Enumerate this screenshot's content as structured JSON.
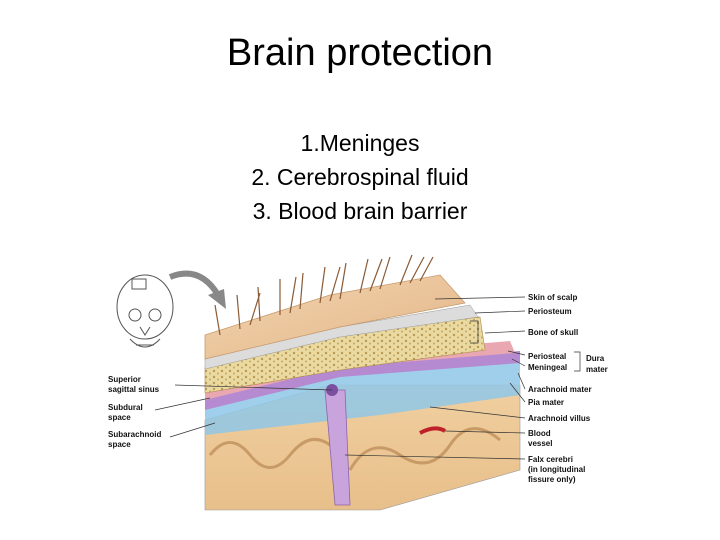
{
  "slide": {
    "title": "Brain protection",
    "items": [
      "1.Meninges",
      "2. Cerebrospinal fluid",
      "3. Blood brain barrier"
    ]
  },
  "figure": {
    "labels_right": {
      "skin": "Skin of scalp",
      "periosteum": "Periosteum",
      "bone": "Bone of skull",
      "periosteal": "Periosteal",
      "meningeal": "Meningeal",
      "dura1": "Dura",
      "dura2": "mater",
      "arachnoid": "Arachnoid mater",
      "pia": "Pia mater",
      "villus": "Arachnoid villus",
      "blood1": "Blood",
      "blood2": "vessel",
      "falx1": "Falx cerebri",
      "falx2": "(in longitudinal",
      "falx3": "fissure only)"
    },
    "labels_left": {
      "sss1": "Superior",
      "sss2": "sagittal sinus",
      "subdural1": "Subdural",
      "subdural2": "space",
      "subarach1": "Subarachnoid",
      "subarach2": "space"
    }
  }
}
